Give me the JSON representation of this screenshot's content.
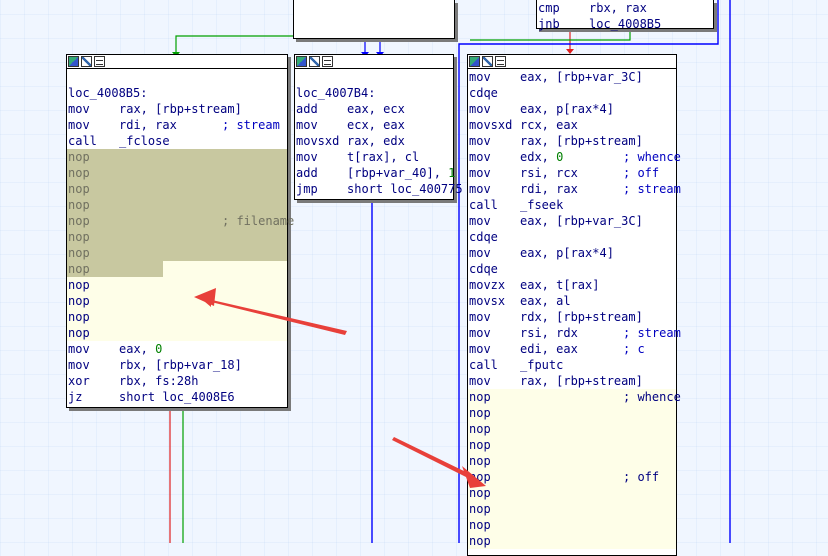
{
  "top_left_block": {},
  "top_right_block": {
    "lines": [
      {
        "mnem": "cmp",
        "operand": "rbx, rax"
      },
      {
        "mnem": "jnb",
        "operand": "loc_4008B5"
      }
    ]
  },
  "left_block": {
    "label": "loc_4008B5:",
    "lines": [
      {
        "mnem": "mov",
        "operand": "rax, [rbp+stream]",
        "comment": ""
      },
      {
        "mnem": "mov",
        "operand": "rdi, rax",
        "comment": "; stream"
      },
      {
        "mnem": "call",
        "operand": "_fclose",
        "comment": ""
      },
      {
        "mnem": "nop",
        "operand": "",
        "comment": ""
      },
      {
        "mnem": "nop",
        "operand": "",
        "comment": ""
      },
      {
        "mnem": "nop",
        "operand": "",
        "comment": ""
      },
      {
        "mnem": "nop",
        "operand": "",
        "comment": ""
      },
      {
        "mnem": "nop",
        "operand": "",
        "comment": "; filename"
      },
      {
        "mnem": "nop",
        "operand": "",
        "comment": ""
      },
      {
        "mnem": "nop",
        "operand": "",
        "comment": ""
      },
      {
        "mnem": "nop",
        "operand": "",
        "comment": ""
      },
      {
        "mnem": "nop",
        "operand": "",
        "comment": ""
      },
      {
        "mnem": "nop",
        "operand": "",
        "comment": ""
      },
      {
        "mnem": "nop",
        "operand": "",
        "comment": ""
      },
      {
        "mnem": "nop",
        "operand": "",
        "comment": ""
      },
      {
        "mnem": "mov",
        "operand": "eax, 0",
        "comment": ""
      },
      {
        "mnem": "mov",
        "operand": "rbx, [rbp+var_18]",
        "comment": ""
      },
      {
        "mnem": "xor",
        "operand": "rbx, fs:28h",
        "comment": ""
      },
      {
        "mnem": "jz",
        "operand": "short loc_4008E6",
        "comment": ""
      }
    ]
  },
  "middle_block": {
    "label": "loc_4007B4:",
    "lines": [
      {
        "mnem": "add",
        "operand": "eax, ecx"
      },
      {
        "mnem": "mov",
        "operand": "ecx, eax"
      },
      {
        "mnem": "movsxd",
        "operand": "rax, edx"
      },
      {
        "mnem": "mov",
        "operand": "t[rax], cl"
      },
      {
        "mnem": "add",
        "operand": "[rbp+var_40], 1"
      },
      {
        "mnem": "jmp",
        "operand": "short loc_400775"
      }
    ]
  },
  "right_block": {
    "lines": [
      {
        "mnem": "mov",
        "operand": "eax, [rbp+var_3C]",
        "comment": ""
      },
      {
        "mnem": "cdqe",
        "operand": "",
        "comment": ""
      },
      {
        "mnem": "mov",
        "operand": "eax, p[rax*4]",
        "comment": ""
      },
      {
        "mnem": "movsxd",
        "operand": "rcx, eax",
        "comment": ""
      },
      {
        "mnem": "mov",
        "operand": "rax, [rbp+stream]",
        "comment": ""
      },
      {
        "mnem": "mov",
        "operand": "edx, 0",
        "comment": "; whence"
      },
      {
        "mnem": "mov",
        "operand": "rsi, rcx",
        "comment": "; off"
      },
      {
        "mnem": "mov",
        "operand": "rdi, rax",
        "comment": "; stream"
      },
      {
        "mnem": "call",
        "operand": "_fseek",
        "comment": ""
      },
      {
        "mnem": "mov",
        "operand": "eax, [rbp+var_3C]",
        "comment": ""
      },
      {
        "mnem": "cdqe",
        "operand": "",
        "comment": ""
      },
      {
        "mnem": "mov",
        "operand": "eax, p[rax*4]",
        "comment": ""
      },
      {
        "mnem": "cdqe",
        "operand": "",
        "comment": ""
      },
      {
        "mnem": "movzx",
        "operand": "eax, t[rax]",
        "comment": ""
      },
      {
        "mnem": "movsx",
        "operand": "eax, al",
        "comment": ""
      },
      {
        "mnem": "mov",
        "operand": "rdx, [rbp+stream]",
        "comment": ""
      },
      {
        "mnem": "mov",
        "operand": "rsi, rdx",
        "comment": "; stream"
      },
      {
        "mnem": "mov",
        "operand": "edi, eax",
        "comment": "; c"
      },
      {
        "mnem": "call",
        "operand": "_fputc",
        "comment": ""
      },
      {
        "mnem": "mov",
        "operand": "rax, [rbp+stream]",
        "comment": ""
      },
      {
        "mnem": "nop",
        "operand": "",
        "comment": "; whence"
      },
      {
        "mnem": "nop",
        "operand": "",
        "comment": ""
      },
      {
        "mnem": "nop",
        "operand": "",
        "comment": ""
      },
      {
        "mnem": "nop",
        "operand": "",
        "comment": ""
      },
      {
        "mnem": "nop",
        "operand": "",
        "comment": ""
      },
      {
        "mnem": "nop",
        "operand": "",
        "comment": "; off"
      },
      {
        "mnem": "nop",
        "operand": "",
        "comment": ""
      },
      {
        "mnem": "nop",
        "operand": "",
        "comment": ""
      },
      {
        "mnem": "nop",
        "operand": "",
        "comment": ""
      },
      {
        "mnem": "nop",
        "operand": "",
        "comment": ""
      }
    ]
  },
  "colors": {
    "edge_true": "#00a000",
    "edge_false": "#e02020",
    "edge_uncond": "#0000ff",
    "annotation_arrow": "#e8403a"
  }
}
